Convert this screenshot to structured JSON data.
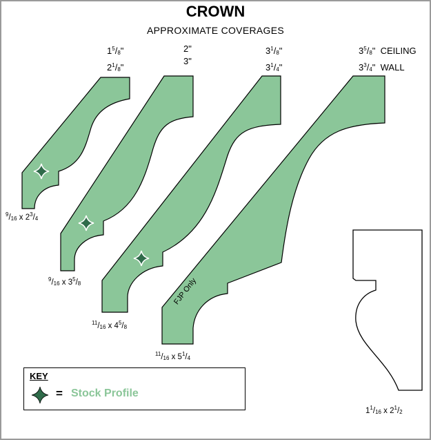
{
  "title": "CROWN",
  "subtitle": "APPROXIMATE COVERAGES",
  "coverages": [
    {
      "ceiling": [
        "1",
        "5",
        "8",
        "\""
      ],
      "wall": [
        "2",
        "1",
        "8",
        "\""
      ]
    },
    {
      "ceiling": [
        "2\""
      ],
      "wall": [
        "3\""
      ]
    },
    {
      "ceiling": [
        "3",
        "1",
        "8",
        "\""
      ],
      "wall": [
        "3",
        "1",
        "4",
        "\""
      ]
    },
    {
      "ceiling": [
        "3",
        "5",
        "8",
        "\""
      ],
      "wall": [
        "3",
        "3",
        "4",
        "\""
      ],
      "ceiling_label": "CEILING",
      "wall_label": "WALL"
    }
  ],
  "profiles": [
    {
      "dim": {
        "a_num": "9",
        "a_den": "16",
        "x": " x 2",
        "b_num": "3",
        "b_den": "4"
      }
    },
    {
      "dim": {
        "a_num": "9",
        "a_den": "16",
        "x": " x 3",
        "b_num": "5",
        "b_den": "8"
      }
    },
    {
      "dim": {
        "a_num": "11",
        "a_den": "16",
        "x": " x 4",
        "b_num": "5",
        "b_den": "8"
      }
    },
    {
      "dim": {
        "a_num": "11",
        "a_den": "16",
        "x": " x 5",
        "b_num": "1",
        "b_den": "4"
      },
      "note": "FJP Only"
    },
    {
      "dim": {
        "whole": "1",
        "a_num": "1",
        "a_den": "16",
        "x": " x 2",
        "b_num": "1",
        "b_den": "2"
      }
    }
  ],
  "key": {
    "title": "KEY",
    "equals": "=",
    "label": "Stock Profile"
  },
  "colors": {
    "profile_fill": "#8bc699",
    "stock_label": "#8bc699",
    "star_fill": "#2f6b4a"
  }
}
